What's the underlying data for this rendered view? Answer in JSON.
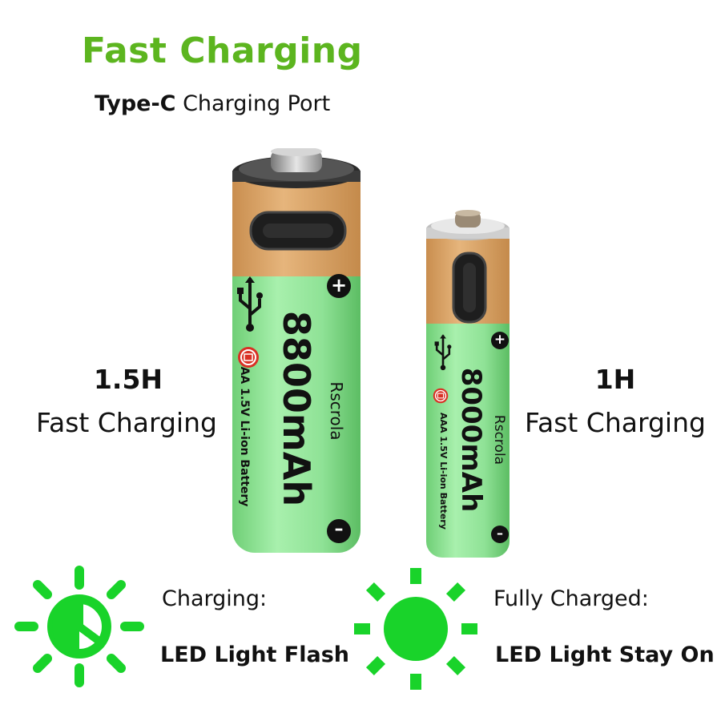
{
  "header": {
    "title": "Fast Charging",
    "subtitle_bold": "Type-C",
    "subtitle_rest": " Charging Port"
  },
  "left_battery": {
    "time": "1.5H",
    "label": "Fast Charging",
    "capacity": "8800mAh",
    "brand": "Rscrola",
    "spec": "AA 1.5V Li-ion Battery",
    "plus": "+",
    "minus": "–"
  },
  "right_battery": {
    "time": "1H",
    "label": "Fast Charging",
    "capacity": "8000mAh",
    "brand": "Rscrola",
    "spec": "AAA 1.5V Li-ion Battery",
    "plus": "+",
    "minus": "–"
  },
  "indicators": {
    "charging": {
      "title": "Charging:",
      "desc": "LED Light Flash"
    },
    "charged": {
      "title": "Fully Charged:",
      "desc": "LED Light Stay On"
    }
  },
  "colors": {
    "brand_green": "#5cb51f",
    "led_green": "#19d32a",
    "battery_green": "#93e69a",
    "battery_band": "#d8a56a"
  },
  "icons": [
    "usb-icon",
    "battery-charge-badge-icon",
    "sun-half-icon",
    "sun-full-icon"
  ]
}
